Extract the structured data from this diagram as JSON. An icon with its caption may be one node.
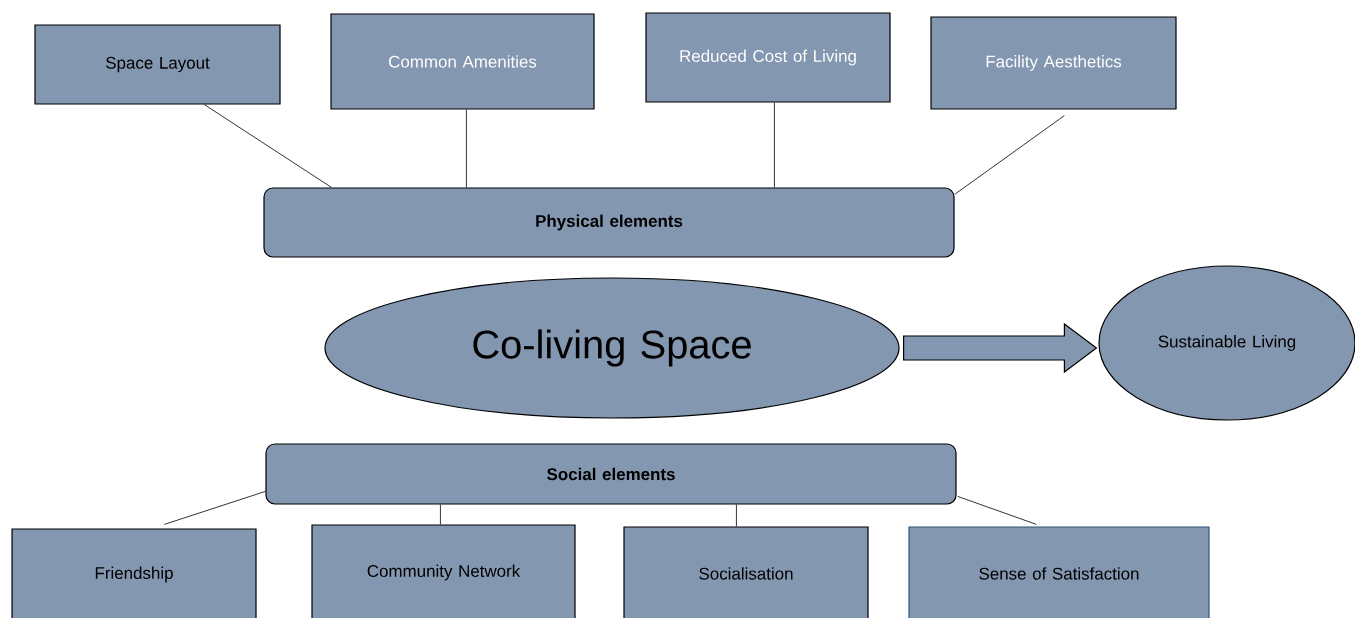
{
  "diagram": {
    "nodes": [
      {
        "text": [
          "Space Layout"
        ]
      },
      {
        "text": [
          "Common Amenities"
        ]
      },
      {
        "text": [
          "Reduced Cost of Living"
        ]
      },
      {
        "text": [
          "Facility Aesthetics"
        ]
      },
      {
        "text": [
          "Physical elements"
        ]
      },
      {
        "text": [
          "Co-living Space"
        ]
      },
      {
        "text": [
          "Sustainable Living"
        ]
      },
      {
        "text": [
          "Social  elements"
        ]
      },
      {
        "text": [
          "Friendship"
        ]
      },
      {
        "text": [
          "Community Network"
        ]
      },
      {
        "text": [
          "Socialisation"
        ]
      },
      {
        "text": [
          "Sense of Satisfaction"
        ]
      }
    ],
    "edges": [
      {
        "from": 4,
        "to": 0,
        "arrow": "none"
      },
      {
        "from": 4,
        "to": 1,
        "arrow": "none"
      },
      {
        "from": 4,
        "to": 2,
        "arrow": "none"
      },
      {
        "from": 4,
        "to": 3,
        "arrow": "none"
      },
      {
        "from": 5,
        "to": 6,
        "arrow": "to",
        "style": "thick"
      },
      {
        "from": 7,
        "to": 8,
        "arrow": "none"
      },
      {
        "from": 7,
        "to": 9,
        "arrow": "none"
      },
      {
        "from": 7,
        "to": 10,
        "arrow": "none"
      },
      {
        "from": 7,
        "to": 11,
        "arrow": "none"
      }
    ]
  }
}
